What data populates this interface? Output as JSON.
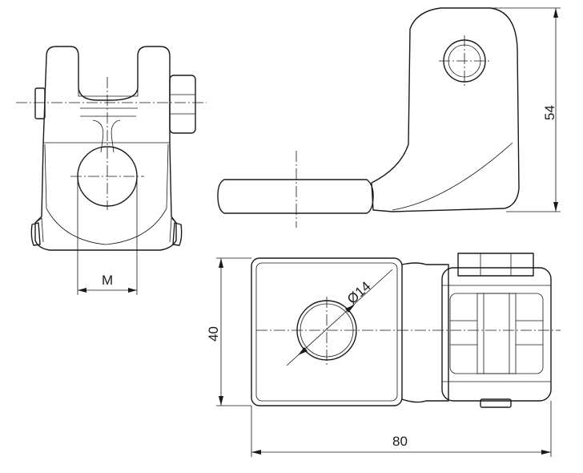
{
  "dimensions": {
    "height_label": "54",
    "width_label": "40",
    "length_label": "80",
    "hole_label": "Ø14",
    "thread_label": "M"
  }
}
